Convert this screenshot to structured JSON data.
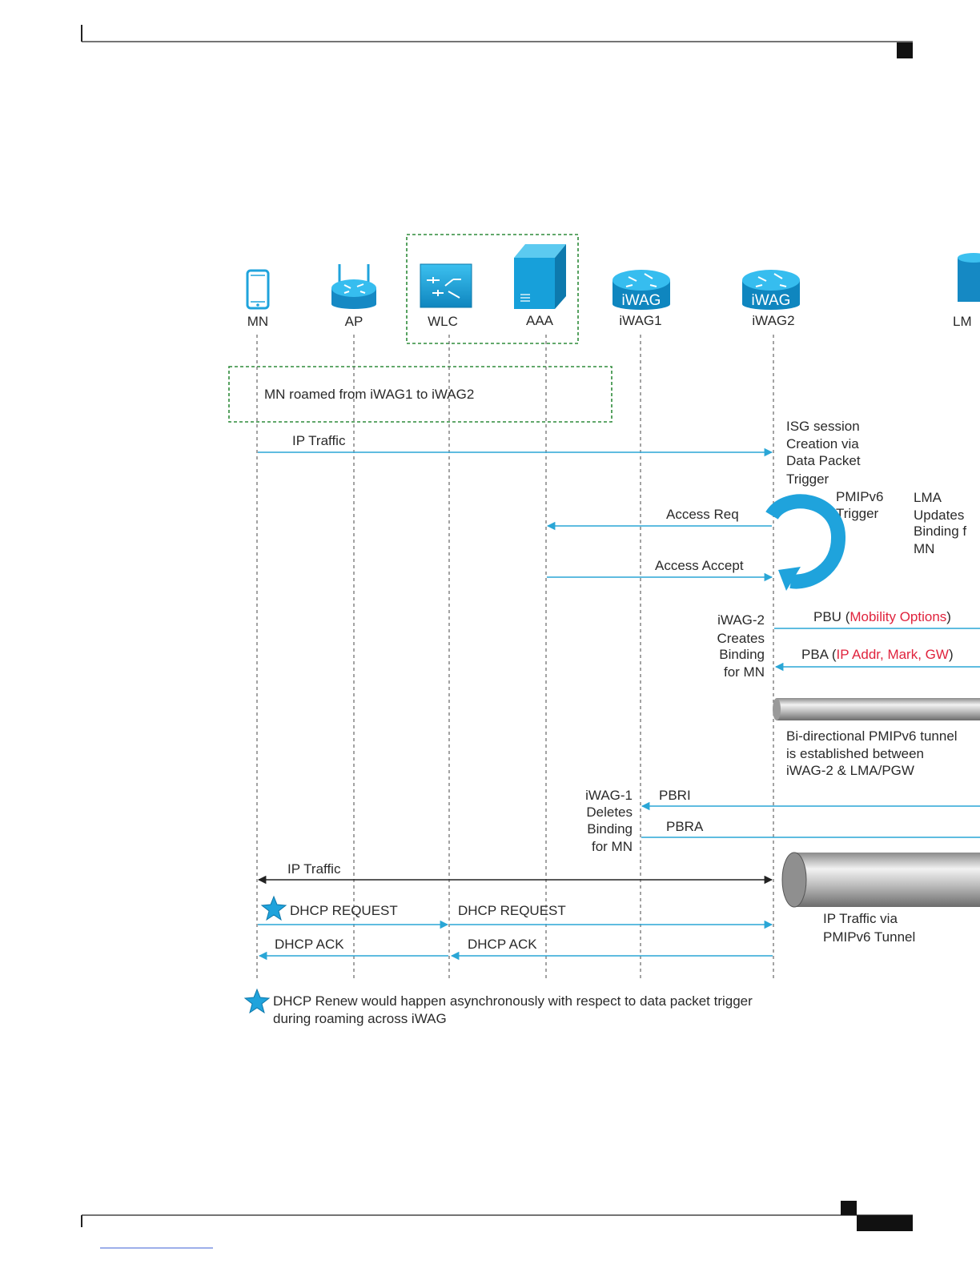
{
  "nodes": {
    "mn": "MN",
    "ap": "AP",
    "wlc": "WLC",
    "aaa": "AAA",
    "iwag1": "iWAG1",
    "iwag2": "iWAG2",
    "lma": "LM",
    "router_badge": "iWAG"
  },
  "notes": {
    "roamed": "MN roamed from iWAG1 to iWAG2",
    "isg": [
      "ISG session",
      "Creation via",
      "Data Packet",
      "Trigger"
    ],
    "pmip_trigger": [
      "PMIPv6",
      "Trigger"
    ],
    "lma_updates": [
      "LMA",
      "Updates",
      "Binding f",
      "MN"
    ],
    "iwag2_creates": [
      "iWAG-2",
      "Creates",
      "Binding",
      "for MN"
    ],
    "tunnel_desc": [
      "Bi-directional PMIPv6 tunnel",
      "is established between",
      "iWAG-2 & LMA/PGW"
    ],
    "iwag1_deletes": [
      "iWAG-1",
      "Deletes",
      "Binding",
      "for MN"
    ],
    "tunnel_traffic": [
      "IP Traffic via",
      "PMIPv6 Tunnel"
    ],
    "footnote": [
      "DHCP Renew would happen asynchronously with respect to data packet trigger",
      "during roaming across iWAG"
    ]
  },
  "messages": {
    "ip_traffic_1": "IP Traffic",
    "access_req": "Access Req",
    "access_accept": "Access Accept",
    "pbu": "PBU",
    "pbu_opt": "Mobility Options",
    "pba": "PBA",
    "pba_opt": "IP Addr, Mark, GW",
    "pbri": "PBRI",
    "pbra": "PBRA",
    "ip_traffic_2": "IP Traffic",
    "dhcp_request_1": "DHCP REQUEST",
    "dhcp_request_2": "DHCP REQUEST",
    "dhcp_ack_1": "DHCP ACK",
    "dhcp_ack_2": "DHCP ACK"
  },
  "colors": {
    "accent": "#1fa3dc",
    "arrow": "#2aa6d6",
    "group_border": "#2e8b3a",
    "highlight": "#e0233d",
    "lifeline": "#666666"
  }
}
